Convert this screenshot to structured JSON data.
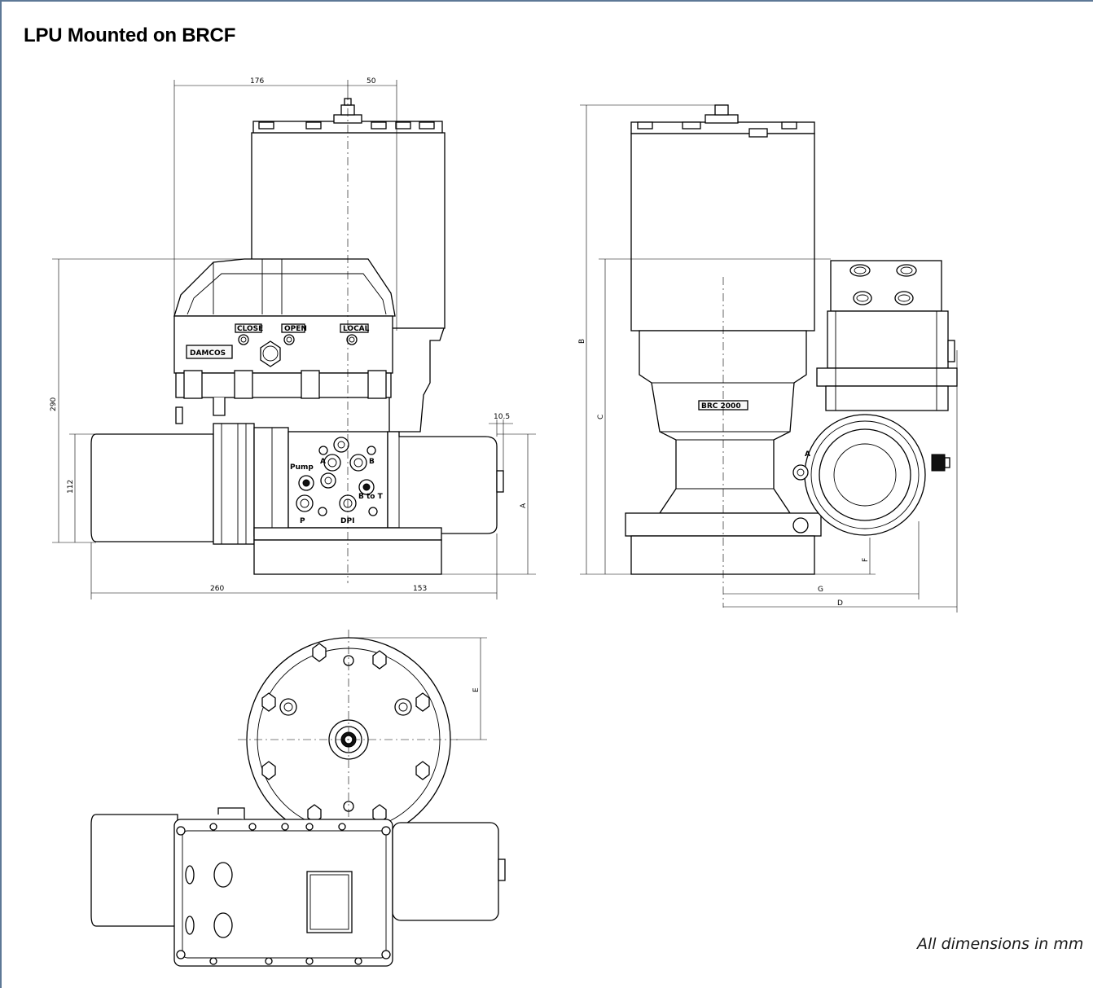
{
  "title": "LPU Mounted on BRCF",
  "footnote": "All dimensions in mm",
  "dimensions": {
    "d176": "176",
    "d50": "50",
    "d290": "290",
    "d112": "112",
    "d10_5": "10.5",
    "d260": "260",
    "d153": "153",
    "A": "A",
    "B": "B",
    "C": "C",
    "D": "D",
    "E": "E",
    "F": "F",
    "G": "G"
  },
  "labels": {
    "close": "CLOSE",
    "open": "OPEN",
    "local": "LOCAL",
    "brand": "DAMCOS",
    "pump": "Pump",
    "port_a": "A",
    "port_b": "B",
    "port_p": "P",
    "dpi": "DPI",
    "b_to_t": "B to T",
    "model": "BRC 2000",
    "side_a": "A"
  }
}
